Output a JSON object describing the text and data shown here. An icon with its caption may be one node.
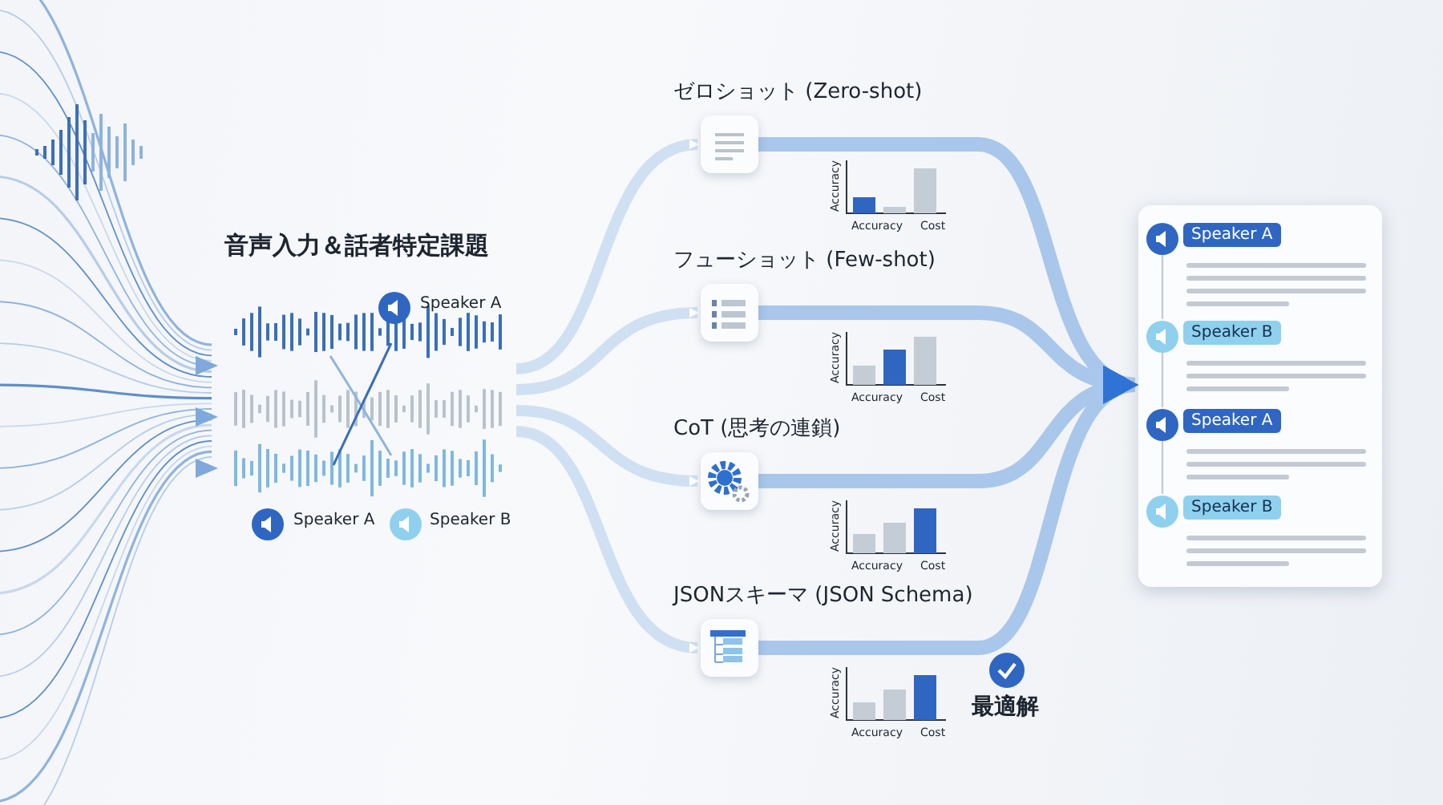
{
  "diagram": {
    "nodes": [
      {
        "text": [
          "音声入力＆話者特定課題"
        ]
      },
      {
        "text": [
          "ゼロショット (Zero-shot)"
        ]
      },
      {
        "text": [
          "フューショット (Few-shot)"
        ]
      },
      {
        "text": [
          "CoT (思考の連鎖)"
        ]
      },
      {
        "text": [
          "JSONスキーマ (JSON Schema)"
        ]
      },
      {
        "text": [],
        "shape": "box"
      },
      {
        "text": [
          "Speaker A"
        ],
        "in": 5
      },
      {
        "text": [
          "Speaker B"
        ],
        "in": 5
      },
      {
        "text": [
          "Speaker A"
        ],
        "in": 5
      },
      {
        "text": [
          "Speaker B"
        ],
        "in": 5
      }
    ],
    "edges": [
      {
        "from": 0,
        "to": 1,
        "arrow": "to"
      },
      {
        "from": 0,
        "to": 2,
        "arrow": "to"
      },
      {
        "from": 0,
        "to": 3,
        "arrow": "to"
      },
      {
        "from": 0,
        "to": 4,
        "arrow": "to"
      },
      {
        "from": 1,
        "to": 5,
        "arrow": "to"
      },
      {
        "from": 2,
        "to": 5,
        "arrow": "to"
      },
      {
        "from": 3,
        "to": 5,
        "arrow": "to"
      },
      {
        "from": 4,
        "to": 5,
        "arrow": "to"
      },
      {
        "from": 6,
        "to": 7,
        "arrow": "none"
      },
      {
        "from": 7,
        "to": 8,
        "arrow": "none"
      },
      {
        "from": 8,
        "to": 9,
        "arrow": "none"
      }
    ],
    "labels": [
      "Speaker A",
      "Speaker A",
      "Speaker B",
      "Accuracy",
      "Accuracy",
      "Cost",
      "Accuracy",
      "Accuracy",
      "Cost",
      "Accuracy",
      "Accuracy",
      "Cost",
      "Accuracy",
      "Accuracy",
      "Cost",
      "最適解"
    ]
  }
}
